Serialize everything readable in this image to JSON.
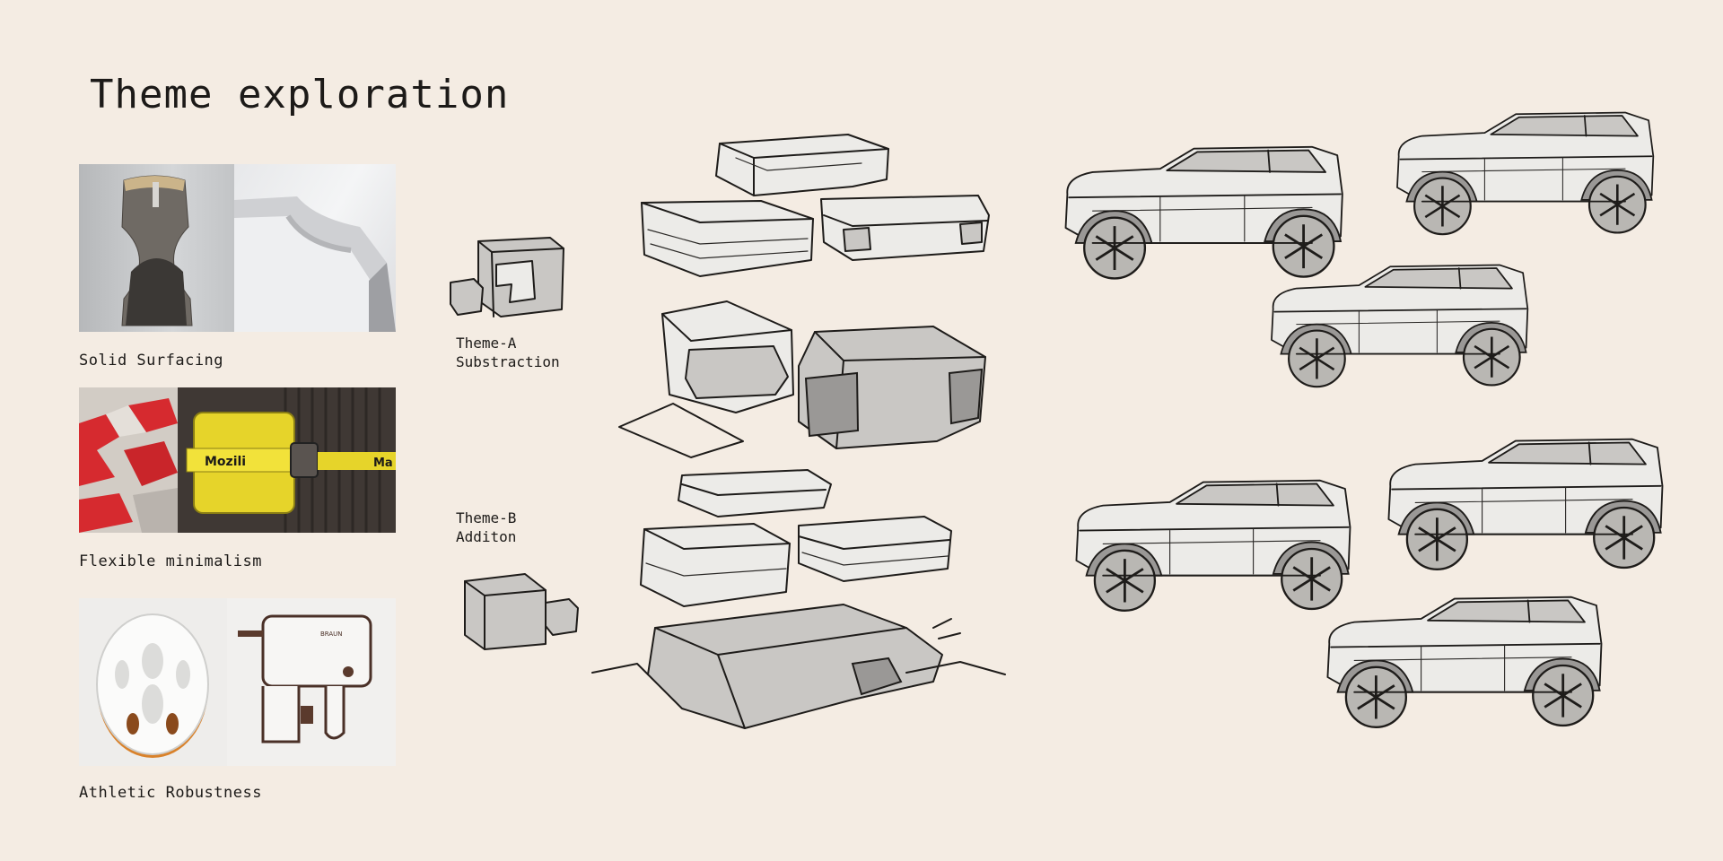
{
  "page": {
    "title": "Theme exploration",
    "background": "#f4ece3"
  },
  "moodboard": [
    {
      "caption": "Solid Surfacing",
      "icons": [
        "rock-sample-icon",
        "curved-metal-surface-icon"
      ]
    },
    {
      "caption": "Flexible minimalism",
      "icons": [
        "red-felt-pattern-icon",
        "yellow-suitcase-icon"
      ],
      "strap_text": "Mozili",
      "strap_text_2": "Ma"
    },
    {
      "caption": "Athletic Robustness",
      "icons": [
        "white-helmet-icon",
        "braun-device-icon"
      ],
      "brand_text": "BRAUN"
    }
  ],
  "themes": [
    {
      "label": "Theme-A\nSubstraction",
      "icon": "box-subtraction-sketch-icon"
    },
    {
      "label": "Theme-B\nAdditon",
      "icon": "box-addition-sketch-icon"
    }
  ],
  "sketches": {
    "shapes": "box-form-sketch-icon",
    "vehicles": "suv-side-view-sketch-icon",
    "vehicle_count": 6
  },
  "colors": {
    "ink": "#1e1c1a",
    "fill_grey": "#c9c7c4",
    "accent_red": "#d62a2f",
    "accent_yellow": "#e6d42a",
    "helmet_orange": "#d9822b"
  }
}
